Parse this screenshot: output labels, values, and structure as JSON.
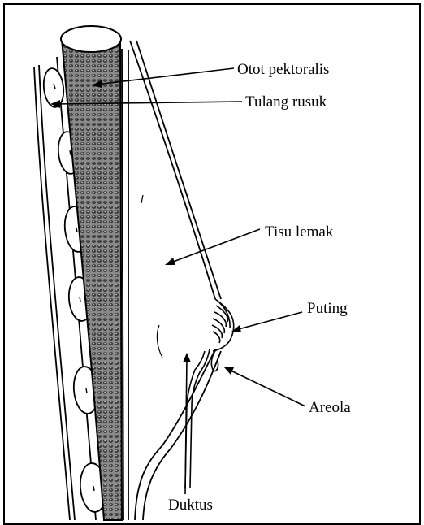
{
  "diagram": {
    "labels": {
      "pectoral_muscle": "Otot pektoralis",
      "rib": "Tulang rusuk",
      "fat_tissue": "Tisu lemak",
      "nipple": "Puting",
      "areola": "Areola",
      "duct": "Duktus"
    }
  },
  "colors": {
    "line": "#000000",
    "background": "#ffffff",
    "muscle_fill": "#5a5a5a"
  }
}
